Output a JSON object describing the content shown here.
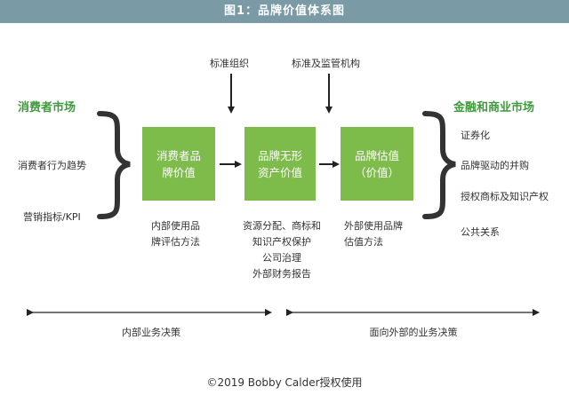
{
  "title": "图1：品牌价值体系图",
  "left_market": {
    "heading": "消费者市场",
    "items": [
      "消费者行为趋势",
      "营销指标/KPI"
    ]
  },
  "right_market": {
    "heading": "金融和商业市场",
    "items": [
      "证券化",
      "品牌驱动的并购",
      "授权商标及知识产权",
      "公共关系"
    ]
  },
  "top_inputs": [
    "标准组织",
    "标准及监管机构"
  ],
  "boxes": [
    {
      "line1": "消费者品",
      "line2": "牌价值"
    },
    {
      "line1": "品牌无形",
      "line2": "资产价值"
    },
    {
      "line1": "品牌估值",
      "line2": "（价值）"
    }
  ],
  "below_boxes": [
    [
      "内部使用品",
      "牌评估方法"
    ],
    [
      "资源分配、商标和",
      "知识产权保护",
      "公司治理",
      "外部财务报告"
    ],
    [
      "外部使用品牌",
      "估值方法"
    ]
  ],
  "bottom_labels": [
    "内部业务决策",
    "面向外部的业务决策"
  ],
  "copyright": "©2019 Bobby Calder授权使用",
  "colors": {
    "box": "#7dbc4a",
    "heading": "#3e9a3a",
    "title_bar": "#7a9aa6"
  }
}
